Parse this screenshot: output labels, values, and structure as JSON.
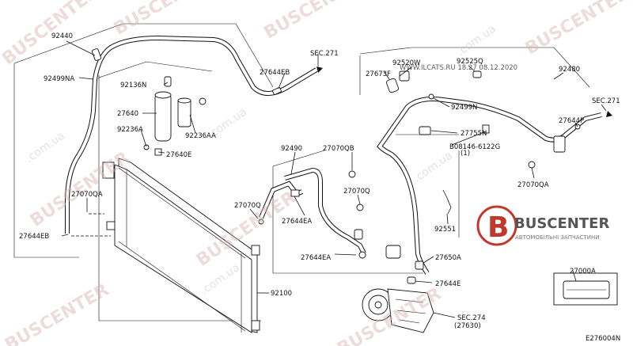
{
  "diagram_code": "E276004N",
  "stamp": "WWW.ILCATS.RU 18.27 08.12.2020",
  "logo": {
    "brand": "BUSCENTER",
    "tagline": "АВТОМОБІЛЬНІ ЗАПЧАСТИНИ",
    "letter": "B"
  },
  "watermarks": [
    "BUSCENTER",
    "BUSCENTER",
    "BUSCENTER",
    "BUSCENTER",
    "BUSCENTER",
    "BUSCENTER",
    "BUSCENTER",
    "BUSCENTER"
  ],
  "watermark_domain": ".com.ua",
  "labels": {
    "p92440": "92440",
    "p92499NA": "92499NA",
    "p92136N": "92136N",
    "p27640": "27640",
    "p92236A": "92236A",
    "p92236AA": "92236AA",
    "p27640E": "27640E",
    "p27644EB_top": "27644EB",
    "sec271_left": "SEC.271",
    "p27070QA_left": "27070QA",
    "p27644EB_left": "27644EB",
    "p92490": "92490",
    "p27070QB": "27070QB",
    "p27070Q_left": "27070Q",
    "p27070Q_mid": "27070Q",
    "p27644EA_top": "27644EA",
    "p27644EA_bot": "27644EA",
    "p92100": "92100",
    "p92520W": "92520W",
    "p92525Q": "92525Q",
    "p27673F": "27673F",
    "p92480": "92480",
    "p92499N": "92499N",
    "sec271_right": "SEC.271",
    "p27644P": "27644P",
    "p27755N": "27755N",
    "p08146": "B08146-6122G",
    "p08146_qty": "(1)",
    "p27070QA_right": "27070QA",
    "p92551": "92551",
    "p27650A": "27650A",
    "p27644E": "27644E",
    "sec274": "SEC.274",
    "sec274_sub": "(27630)",
    "p27000A": "27000A"
  }
}
